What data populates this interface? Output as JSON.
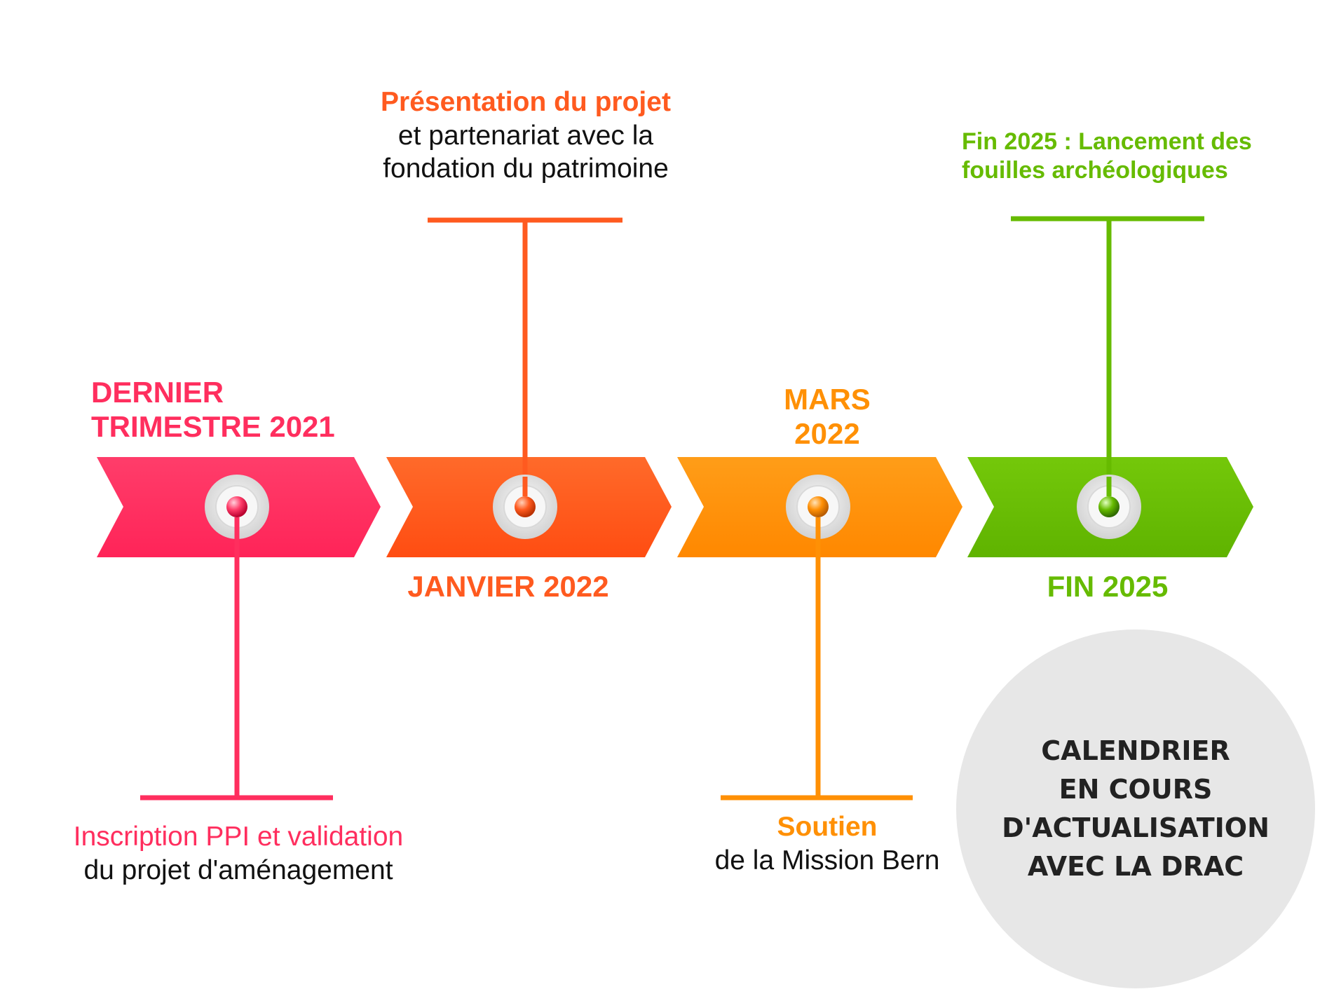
{
  "colors": {
    "pink": "#ff2e5e",
    "orange_red": "#ff5a1f",
    "orange": "#ff9005",
    "green": "#66bb00",
    "dark_text": "#111111",
    "note_bg": "#e7e7e7"
  },
  "milestones": [
    {
      "id": "m1",
      "color": "#ff2e5e",
      "date_lines": [
        "DERNIER",
        "TRIMESTRE 2021"
      ],
      "title": "Inscription PPI et validation",
      "desc_lines": [
        "du projet d'aménagement"
      ]
    },
    {
      "id": "m2",
      "color": "#ff5a1f",
      "date_lines": [
        "JANVIER 2022"
      ],
      "title": "Présentation du projet",
      "desc_lines": [
        "et partenariat avec la",
        "fondation du patrimoine"
      ]
    },
    {
      "id": "m3",
      "color": "#ff9005",
      "date_lines": [
        "MARS",
        "2022"
      ],
      "title": "Soutien",
      "desc_lines": [
        "de la Mission Bern"
      ]
    },
    {
      "id": "m4",
      "color": "#66bb00",
      "date_lines": [
        "FIN 2025"
      ],
      "title_lines": [
        "Fin 2025 : Lancement des",
        "fouilles archéologiques"
      ]
    }
  ],
  "note": {
    "lines": [
      "CALENDRIER",
      "EN COURS",
      "D'ACTUALISATION",
      "AVEC LA DRAC"
    ]
  }
}
